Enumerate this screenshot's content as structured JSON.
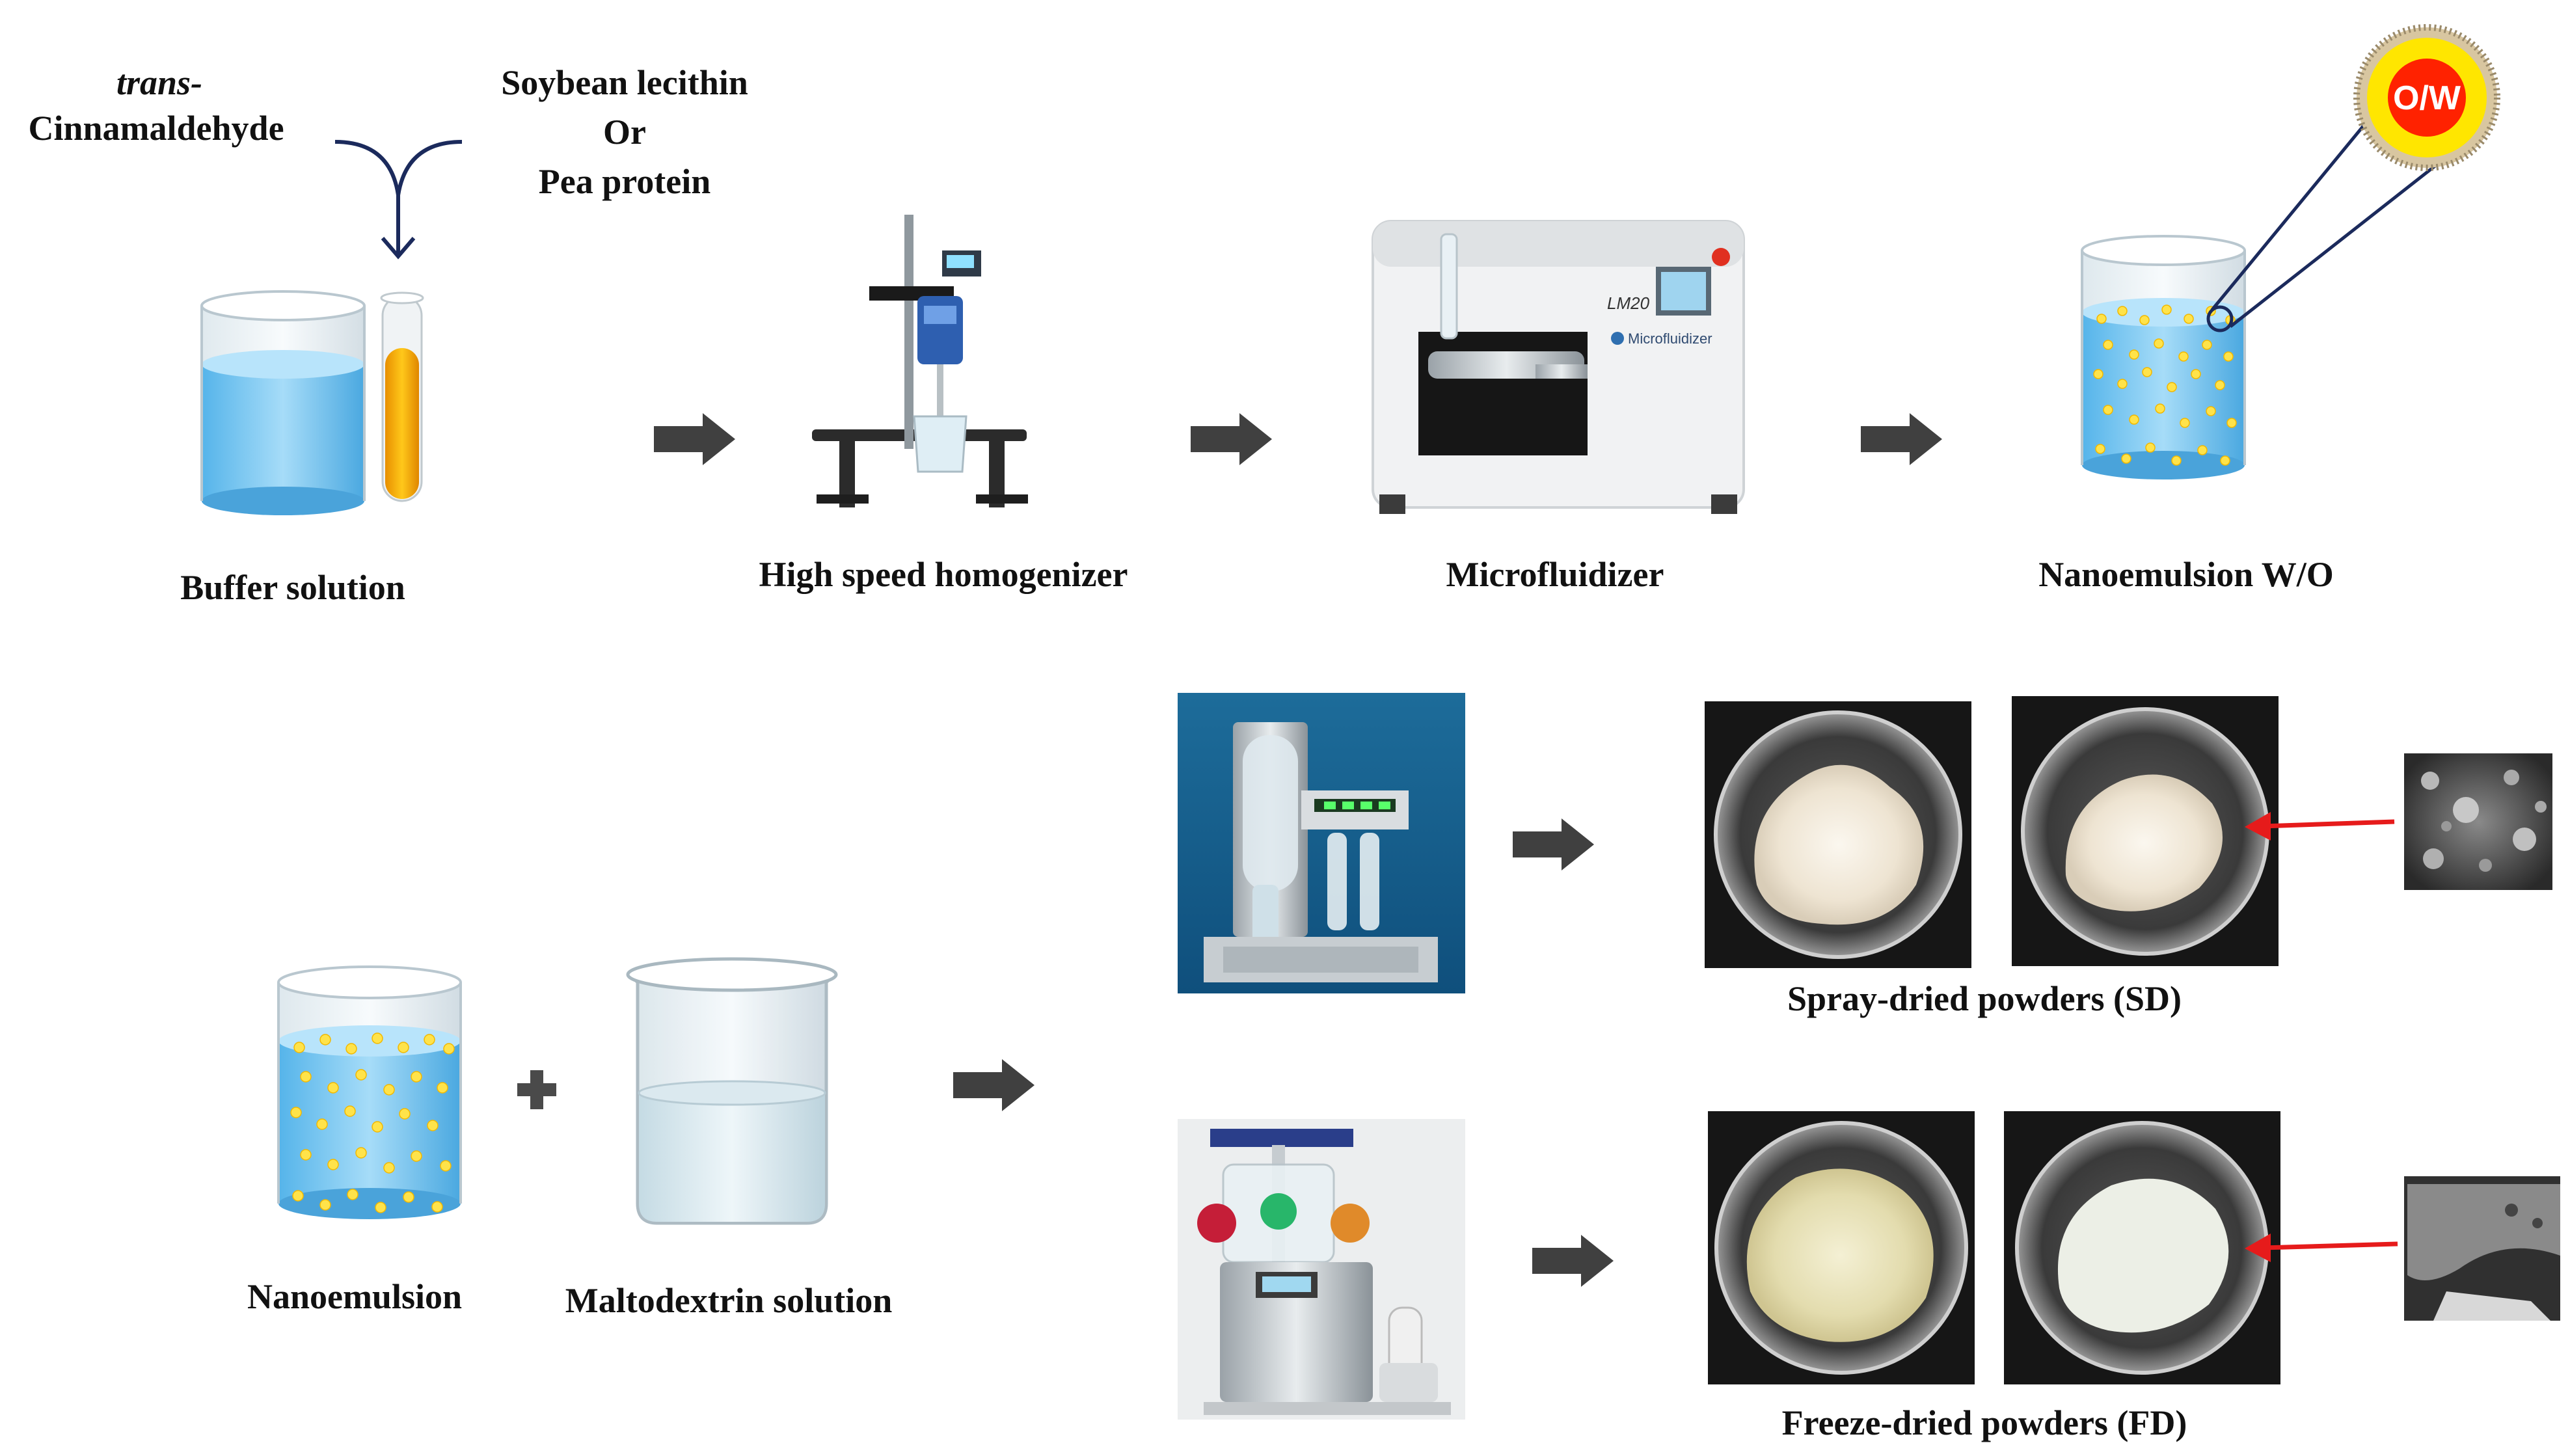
{
  "ingredients": {
    "line1": "trans-",
    "line2": "Cinnamaldehyde",
    "line3": "Soybean lecithin",
    "line4": "Or",
    "line5": "Pea protein"
  },
  "labels": {
    "buffer": "Buffer solution",
    "homogenizer": "High speed homogenizer",
    "microfluidizer": "Microfluidizer",
    "nanoemulsion_wo": "Nanoemulsion W/O",
    "nanoemulsion": "Nanoemulsion",
    "maltodextrin": "Maltodextrin solution",
    "spray": "Spray-dried  powders (SD)",
    "freeze": "Freeze-dried  powders (FD)",
    "ow": "O/W",
    "device_brand": "LM20",
    "device_name": "Microfluidizer"
  },
  "colors": {
    "water": "#8fd0f5",
    "oil": "#f5a800",
    "droplet": "#ffe34a",
    "arrow": "#404040",
    "pointer": "#e61b1b",
    "navy": "#1b2a5c"
  }
}
